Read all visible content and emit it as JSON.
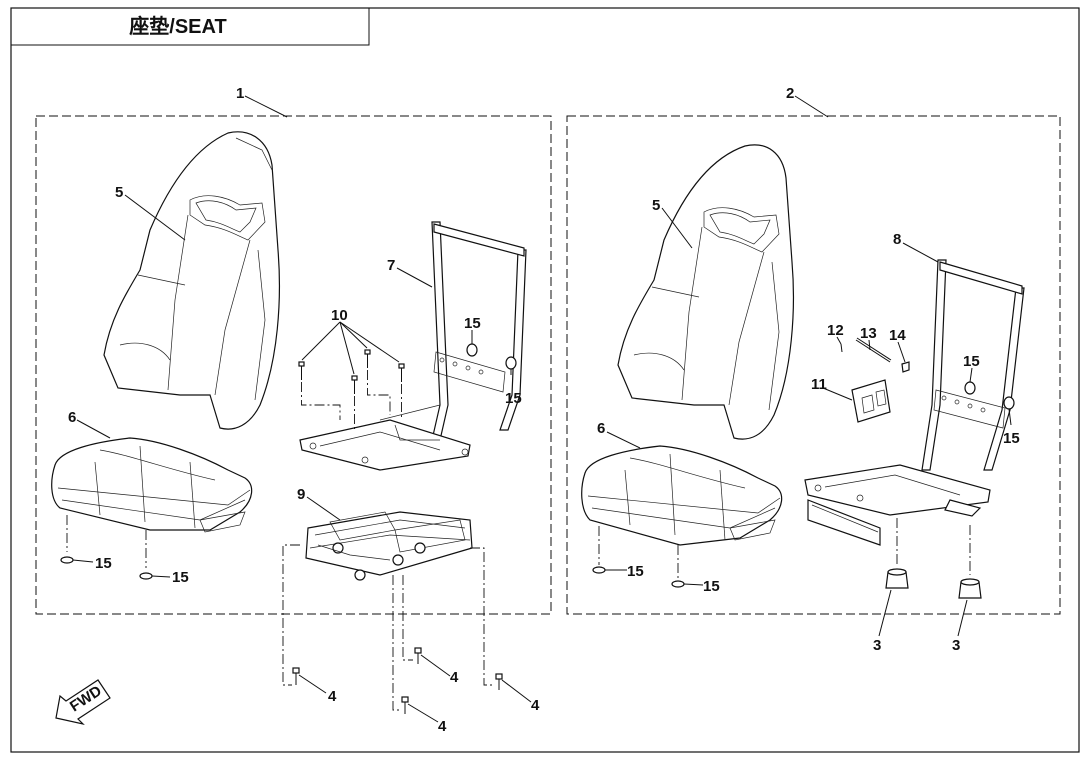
{
  "title": "座垫/SEAT",
  "fwd_label": "FWD",
  "labels": {
    "l1": "1",
    "l2": "2",
    "l5a": "5",
    "l5b": "5",
    "l6a": "6",
    "l6b": "6",
    "l7": "7",
    "l8": "8",
    "l9": "9",
    "l10": "10",
    "l11": "11",
    "l12": "12",
    "l13": "13",
    "l14": "14",
    "l15a": "15",
    "l15b": "15",
    "l15c": "15",
    "l15d": "15",
    "l15e": "15",
    "l15f": "15",
    "l15g": "15",
    "l15h": "15",
    "l3a": "3",
    "l3b": "3",
    "l4a": "4",
    "l4b": "4",
    "l4c": "4",
    "l4d": "4"
  }
}
